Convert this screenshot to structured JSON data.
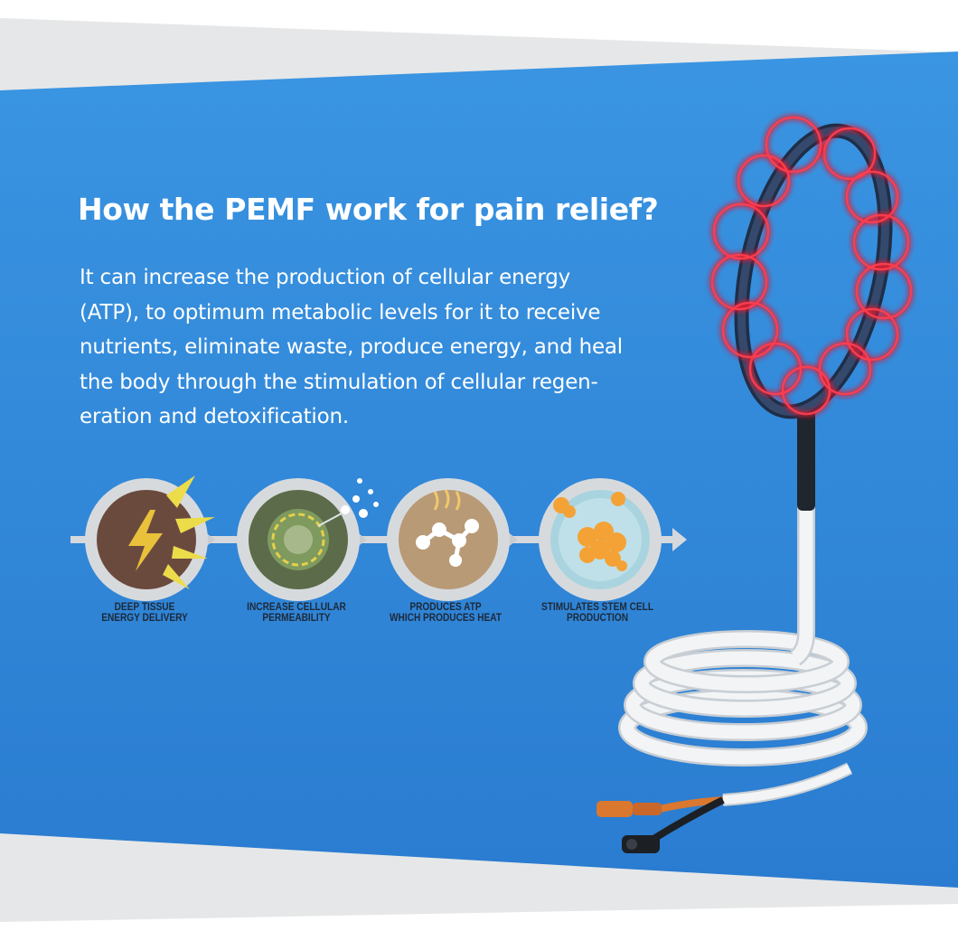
{
  "headline": "How the PEMF work for pain relief?",
  "body_lines": [
    "It can increase the production of cellular energy",
    "(ATP), to optimum metabolic levels for it to receive",
    "nutrients, eliminate waste, produce energy, and heal",
    "the body through the stimulation of cellular regen-",
    "eration and detoxification."
  ],
  "steps": [
    {
      "line1": "DEEP TISSUE",
      "line2": "ENERGY DELIVERY",
      "icon": "lightning-icon"
    },
    {
      "line1": "INCREASE CELLULAR",
      "line2": "PERMEABILITY",
      "icon": "cell-membrane-icon"
    },
    {
      "line1": "PRODUCES ATP",
      "line2": "WHICH PRODUCES HEAT",
      "icon": "molecule-heat-icon"
    },
    {
      "line1": "STIMULATES STEM CELL",
      "line2": "PRODUCTION",
      "icon": "stem-cell-icon"
    }
  ],
  "colors": {
    "background_blue": "#2f86d6",
    "headline_text": "#ffffff",
    "label_text": "#1d2a3a",
    "field_red": "#e8152a",
    "coil_dark": "#2a3a55",
    "cable_white": "#f2f4f6",
    "plug_orange": "#d9782e"
  }
}
